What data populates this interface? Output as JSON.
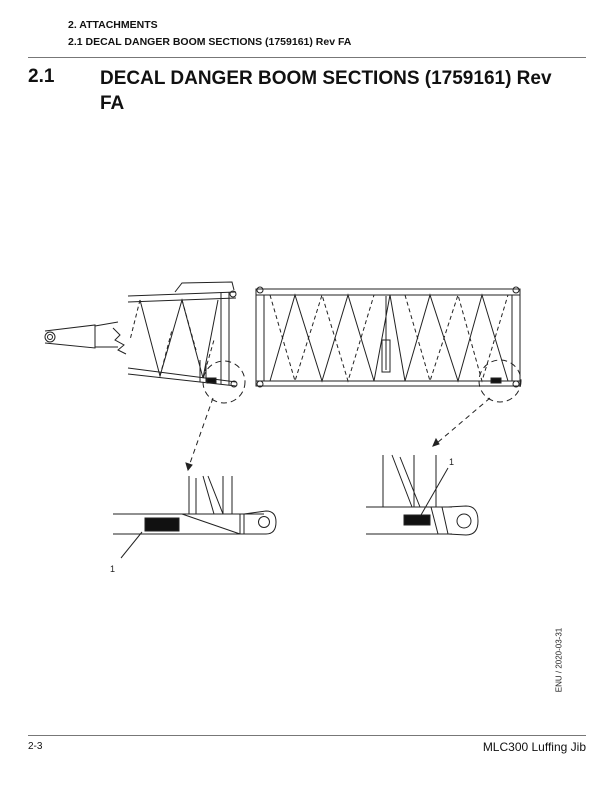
{
  "header": {
    "chapter": "2. ATTACHMENTS",
    "section": "2.1 DECAL DANGER BOOM SECTIONS (1759161) Rev FA"
  },
  "section": {
    "number": "2.1",
    "title": "DECAL DANGER BOOM SECTIONS (1759161) Rev FA"
  },
  "figure": {
    "callout_left": "1",
    "callout_right": "1"
  },
  "side_code": "ENU / 2020-03-31",
  "footer": {
    "page": "2-3",
    "model": "MLC300 Luffing Jib"
  }
}
